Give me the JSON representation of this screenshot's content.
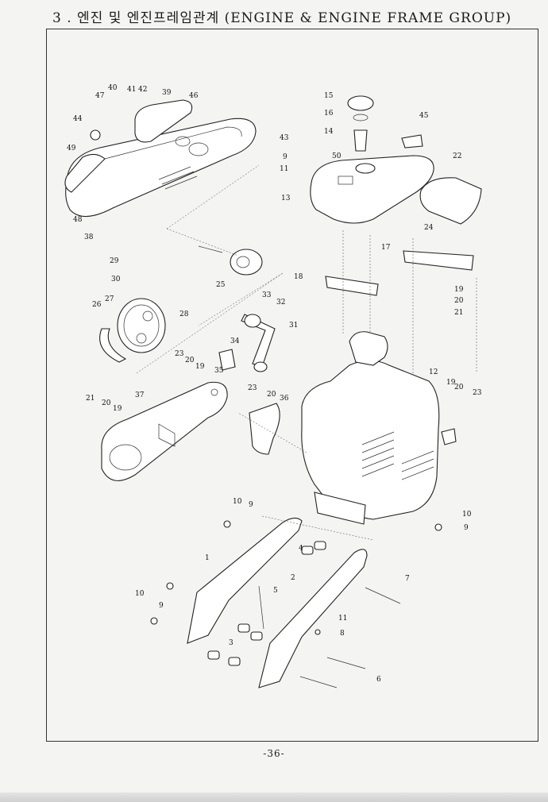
{
  "title": "3 . 엔진 및 엔진프레임관계 (ENGINE & ENGINE FRAME GROUP)",
  "page_number": "-36-",
  "callouts": [
    {
      "id": "c40",
      "text": "40"
    },
    {
      "id": "c41",
      "text": "41"
    },
    {
      "id": "c42",
      "text": "42"
    },
    {
      "id": "c39",
      "text": "39"
    },
    {
      "id": "c47",
      "text": "47"
    },
    {
      "id": "c46",
      "text": "46"
    },
    {
      "id": "c44",
      "text": "44"
    },
    {
      "id": "c49",
      "text": "49"
    },
    {
      "id": "c48",
      "text": "48"
    },
    {
      "id": "c38",
      "text": "38"
    },
    {
      "id": "c15",
      "text": "15"
    },
    {
      "id": "c16",
      "text": "16"
    },
    {
      "id": "c14",
      "text": "14"
    },
    {
      "id": "c45",
      "text": "45"
    },
    {
      "id": "c43",
      "text": "43"
    },
    {
      "id": "c9a",
      "text": "9"
    },
    {
      "id": "c11a",
      "text": "11"
    },
    {
      "id": "c50",
      "text": "50"
    },
    {
      "id": "c22",
      "text": "22"
    },
    {
      "id": "c13",
      "text": "13"
    },
    {
      "id": "c24",
      "text": "24"
    },
    {
      "id": "c17",
      "text": "17"
    },
    {
      "id": "c18",
      "text": "18"
    },
    {
      "id": "c19a",
      "text": "19"
    },
    {
      "id": "c20a",
      "text": "20"
    },
    {
      "id": "c21a",
      "text": "21"
    },
    {
      "id": "c29",
      "text": "29"
    },
    {
      "id": "c30",
      "text": "30"
    },
    {
      "id": "c25",
      "text": "25"
    },
    {
      "id": "c27",
      "text": "27"
    },
    {
      "id": "c26",
      "text": "26"
    },
    {
      "id": "c28",
      "text": "28"
    },
    {
      "id": "c33",
      "text": "33"
    },
    {
      "id": "c32",
      "text": "32"
    },
    {
      "id": "c31",
      "text": "31"
    },
    {
      "id": "c34",
      "text": "34"
    },
    {
      "id": "c35",
      "text": "35"
    },
    {
      "id": "c23a",
      "text": "23"
    },
    {
      "id": "c20b",
      "text": "20"
    },
    {
      "id": "c19b",
      "text": "19"
    },
    {
      "id": "c12",
      "text": "12"
    },
    {
      "id": "c19c",
      "text": "19"
    },
    {
      "id": "c20c",
      "text": "20"
    },
    {
      "id": "c23b",
      "text": "23"
    },
    {
      "id": "c23c",
      "text": "23"
    },
    {
      "id": "c20d",
      "text": "20"
    },
    {
      "id": "c36",
      "text": "36"
    },
    {
      "id": "c37",
      "text": "37"
    },
    {
      "id": "c21b",
      "text": "21"
    },
    {
      "id": "c20e",
      "text": "20"
    },
    {
      "id": "c19d",
      "text": "19"
    },
    {
      "id": "c10a",
      "text": "10"
    },
    {
      "id": "c9b",
      "text": "9"
    },
    {
      "id": "c10b",
      "text": "10"
    },
    {
      "id": "c9c",
      "text": "9"
    },
    {
      "id": "c4",
      "text": "4"
    },
    {
      "id": "c1",
      "text": "1"
    },
    {
      "id": "c5",
      "text": "5"
    },
    {
      "id": "c2",
      "text": "2"
    },
    {
      "id": "c7",
      "text": "7"
    },
    {
      "id": "c10c",
      "text": "10"
    },
    {
      "id": "c9d",
      "text": "9"
    },
    {
      "id": "c11b",
      "text": "11"
    },
    {
      "id": "c8",
      "text": "8"
    },
    {
      "id": "c3",
      "text": "3"
    },
    {
      "id": "c6",
      "text": "6"
    }
  ]
}
